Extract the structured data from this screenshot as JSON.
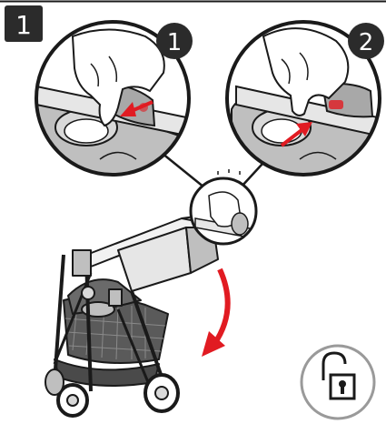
{
  "step": {
    "number": "1",
    "badge_color": "#2b2b2b",
    "text_color": "#ffffff"
  },
  "callouts": [
    {
      "number": "1",
      "content": "hand-pressing-button"
    },
    {
      "number": "2",
      "content": "hand-sliding-button"
    }
  ],
  "colors": {
    "arrow": "#e11b22",
    "line": "#1a1a1a",
    "gray_fill": "#bfbfbf",
    "light_fill": "#eeeeee",
    "unlock_ring": "#9a9a9a"
  },
  "icons": [
    "unlock-icon",
    "fold-arrow-icon",
    "press-arrow-icon",
    "slide-arrow-icon"
  ]
}
